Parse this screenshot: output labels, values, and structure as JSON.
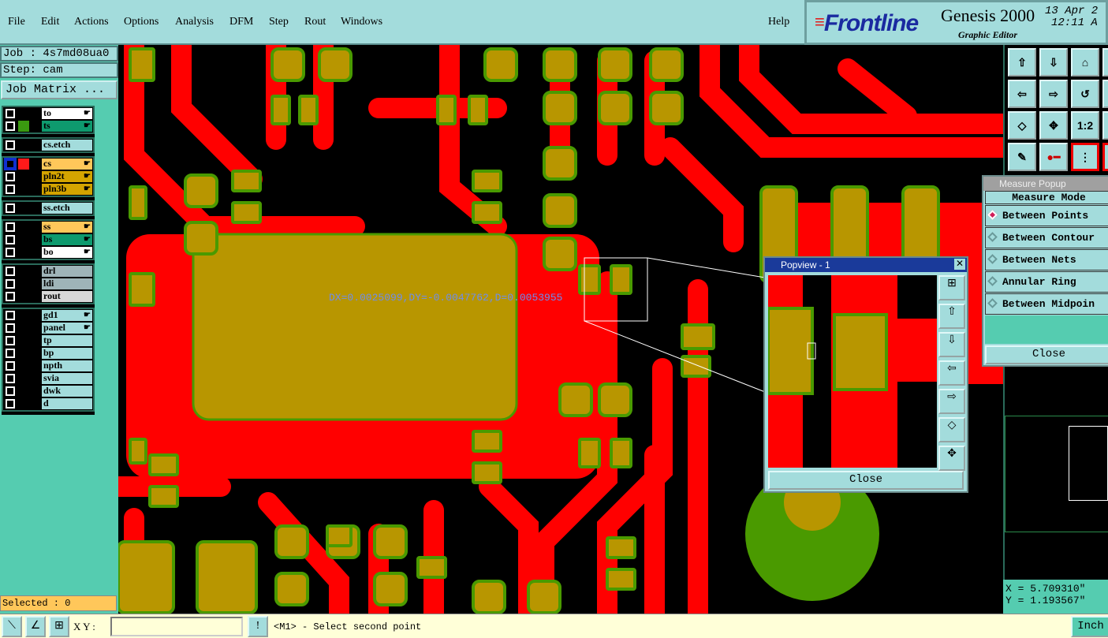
{
  "menu": {
    "file": "File",
    "edit": "Edit",
    "actions": "Actions",
    "options": "Options",
    "analysis": "Analysis",
    "dfm": "DFM",
    "step": "Step",
    "rout": "Rout",
    "windows": "Windows",
    "help": "Help"
  },
  "brand": {
    "logo": "Frontline",
    "product": "Genesis 2000",
    "subtitle": "Graphic Editor",
    "date": "13 Apr 2",
    "time": "12:11 A"
  },
  "job": {
    "job": "Job : 4s7md08ua0",
    "step": "Step: cam",
    "matrix": "Job Matrix ..."
  },
  "layers": [
    [
      {
        "name": "to",
        "bg": "#ffffff",
        "hand": true
      },
      {
        "name": "ts",
        "bg": "#0e9a6e",
        "sw": "#3a9a10",
        "hand": true
      }
    ],
    [
      {
        "name": "cs.etch",
        "bg": "#a3dcdc"
      }
    ],
    [
      {
        "name": "cs",
        "bg": "#ffc75a",
        "sw": "#ff1a1a",
        "hand": true,
        "active": true
      },
      {
        "name": "pln2t",
        "bg": "#d4a400",
        "hand": true
      },
      {
        "name": "pln3b",
        "bg": "#d4a400",
        "hand": true
      }
    ],
    [
      {
        "name": "ss.etch",
        "bg": "#a3dcdc"
      }
    ],
    [
      {
        "name": "ss",
        "bg": "#ffc75a",
        "hand": true
      },
      {
        "name": "bs",
        "bg": "#0e9a6e",
        "hand": true
      },
      {
        "name": "bo",
        "bg": "#ffffff",
        "hand": true
      }
    ],
    [
      {
        "name": "drl",
        "bg": "#9fb4b8"
      },
      {
        "name": "ldi",
        "bg": "#9fb4b8"
      },
      {
        "name": "rout",
        "bg": "#d8d8d8"
      }
    ],
    [
      {
        "name": "gd1",
        "bg": "#a3dcdc",
        "hand": true
      },
      {
        "name": "panel",
        "bg": "#a3dcdc",
        "hand": true
      },
      {
        "name": "tp",
        "bg": "#a3dcdc"
      },
      {
        "name": "bp",
        "bg": "#a3dcdc"
      },
      {
        "name": "npth",
        "bg": "#a3dcdc"
      },
      {
        "name": "svia",
        "bg": "#a3dcdc"
      },
      {
        "name": "dwk",
        "bg": "#a3dcdc"
      },
      {
        "name": "d",
        "bg": "#a3dcdc"
      }
    ]
  ],
  "selected": "Selected : 0",
  "measurement": "DX=0.0025099,DY=-0.0047762,D=0.0053955",
  "popview": {
    "title": "Popview - 1",
    "close": "Close"
  },
  "measure_popup": {
    "title": "Measure Popup",
    "mode": "Measure Mode",
    "options": [
      "Between Points",
      "Between Contour",
      "Between Nets",
      "Annular Ring",
      "Between Midpoin"
    ],
    "selected_index": 0,
    "close": "Close"
  },
  "coords": {
    "x": "X = 5.709310\"",
    "y": "Y = 1.193567\""
  },
  "bottom": {
    "xy_label": "X Y :",
    "xy_value": "",
    "prompt": "<M1> - Select second point",
    "units": "Inch"
  },
  "colors": {
    "copper": "#ff0000",
    "pad": "#b89600",
    "mask": "#4a9a00",
    "panel": "#a3dcdc"
  }
}
